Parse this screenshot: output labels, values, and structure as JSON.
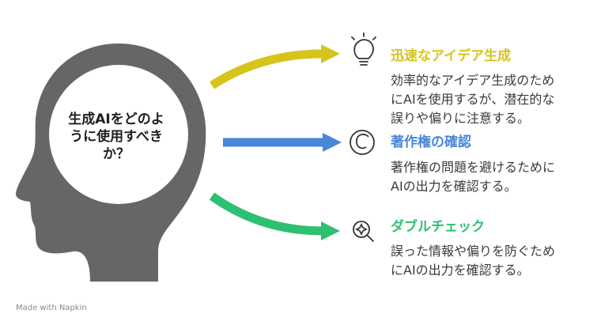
{
  "center": {
    "line1": "生成AIをどのよ",
    "line2": "うに使用すべき",
    "line3": "か？"
  },
  "items": [
    {
      "title": "迅速なアイデア生成",
      "desc1": "効率的なアイデア生成のため",
      "desc2": "にAIを使用するが、潜在的な",
      "desc3": "誤りや偏りに注意する。",
      "color": "#d6c41d",
      "icon": "lightbulb-icon"
    },
    {
      "title": "著作権の確認",
      "desc1": "著作権の問題を避けるために",
      "desc2": "AIの出力を確認する。",
      "color": "#4a86d8",
      "icon": "copyright-c-icon"
    },
    {
      "title": "ダブルチェック",
      "desc1": "誤った情報や偏りを防ぐため",
      "desc2": "にAIの出力を確認する。",
      "color": "#2fbf72",
      "icon": "magnifier-sparkle-icon"
    }
  ],
  "watermark": "Made with  Napkin",
  "colors": {
    "head": "#666666",
    "circle": "#ffffff"
  }
}
